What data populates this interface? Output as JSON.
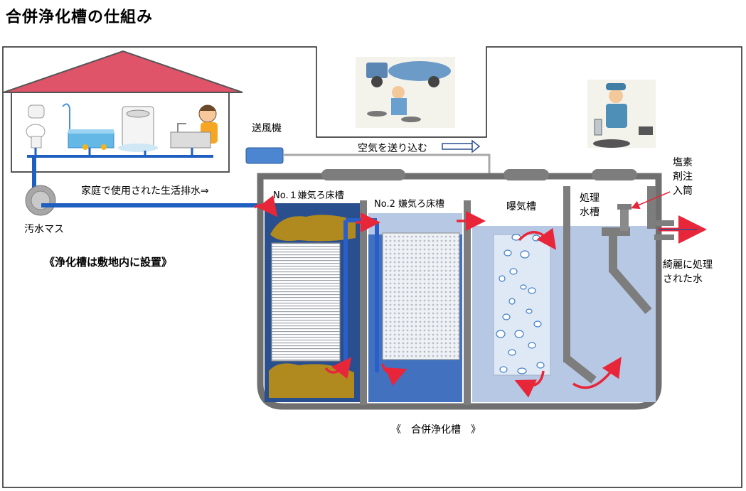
{
  "title": "合併浄化槽の仕組み",
  "labels": {
    "blower": "送風機",
    "air_flow": "空気を送り込む",
    "household_wastewater": "家庭で使用された生活排水⇒",
    "sewage_basin": "汚水マス",
    "installed_note": "《浄化槽は敷地内に設置》",
    "chamber1": "No.１嫌気ろ床槽",
    "chamber2": "No.2 嫌気ろ床槽",
    "aeration": "曝気槽",
    "treated_tank_line1": "処理",
    "treated_tank_line2": "水槽",
    "chlorine_line1": "塩素",
    "chlorine_line2": "剤注",
    "chlorine_line3": "入筒",
    "clean_water_line1": "綺麗に処理",
    "clean_water_line2": "された水",
    "tank_caption": "《　合併浄化槽　》"
  },
  "colors": {
    "roof": "#e0546a",
    "pipe_blue": "#1f5fc0",
    "tank_outline": "#6f6f6f",
    "dark_water": "#2a4f8f",
    "light_water": "#b7c8e4",
    "sludge": "#b08a1e",
    "red_arrow": "#e8263a"
  }
}
